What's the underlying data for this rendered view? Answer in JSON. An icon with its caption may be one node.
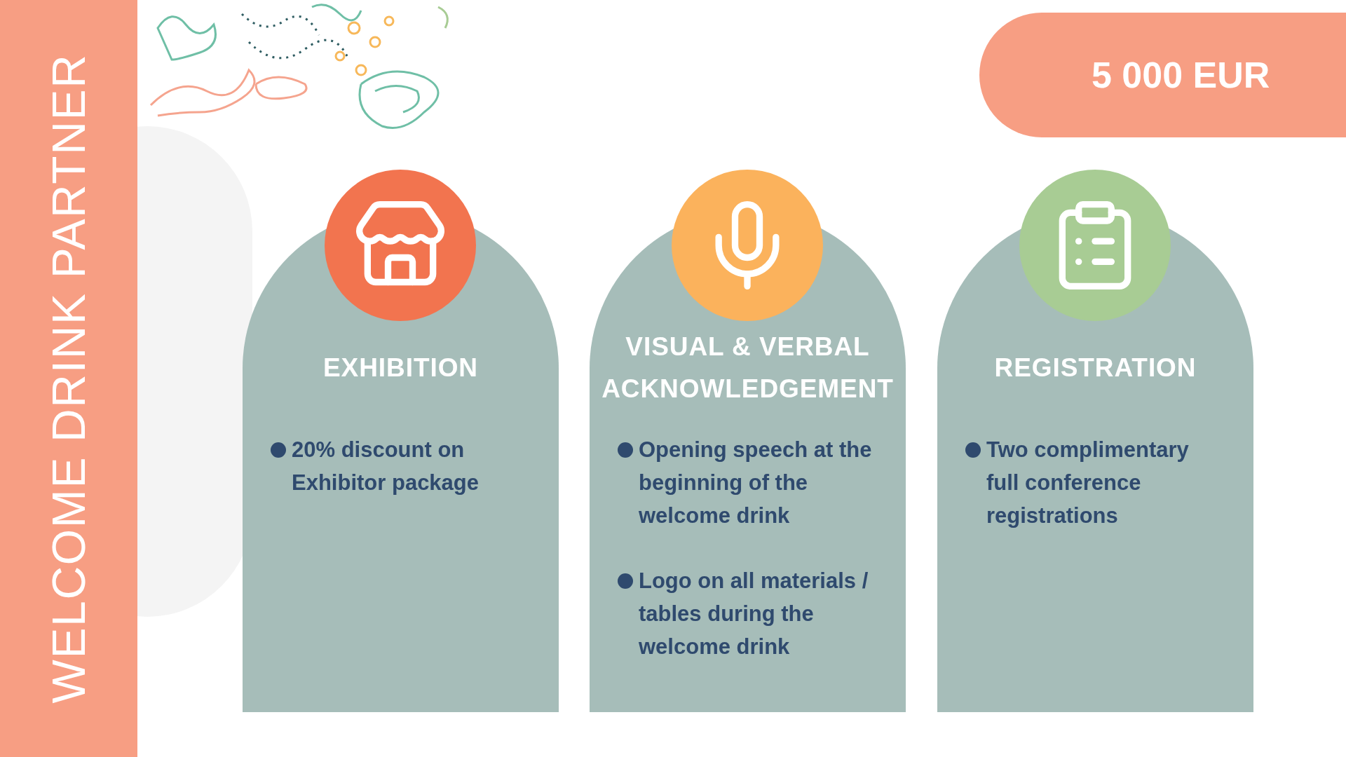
{
  "diagram": {
    "title": "WELCOME DRINK PARTNER",
    "nodes": [
      {
        "text": [
          "EXHIBITION",
          "20% discount on Exhibitor package"
        ]
      },
      {
        "text": [
          "VISUAL & VERBAL ACKNOWLEDGEMENT",
          "Opening speech at the beginning of the welcome drink",
          "Logo on all materials / tables during the welcome drink"
        ]
      },
      {
        "text": [
          "REGISTRATION",
          "Two complimentary full conference registrations"
        ]
      }
    ],
    "labels": [
      "5 000 EUR"
    ]
  }
}
